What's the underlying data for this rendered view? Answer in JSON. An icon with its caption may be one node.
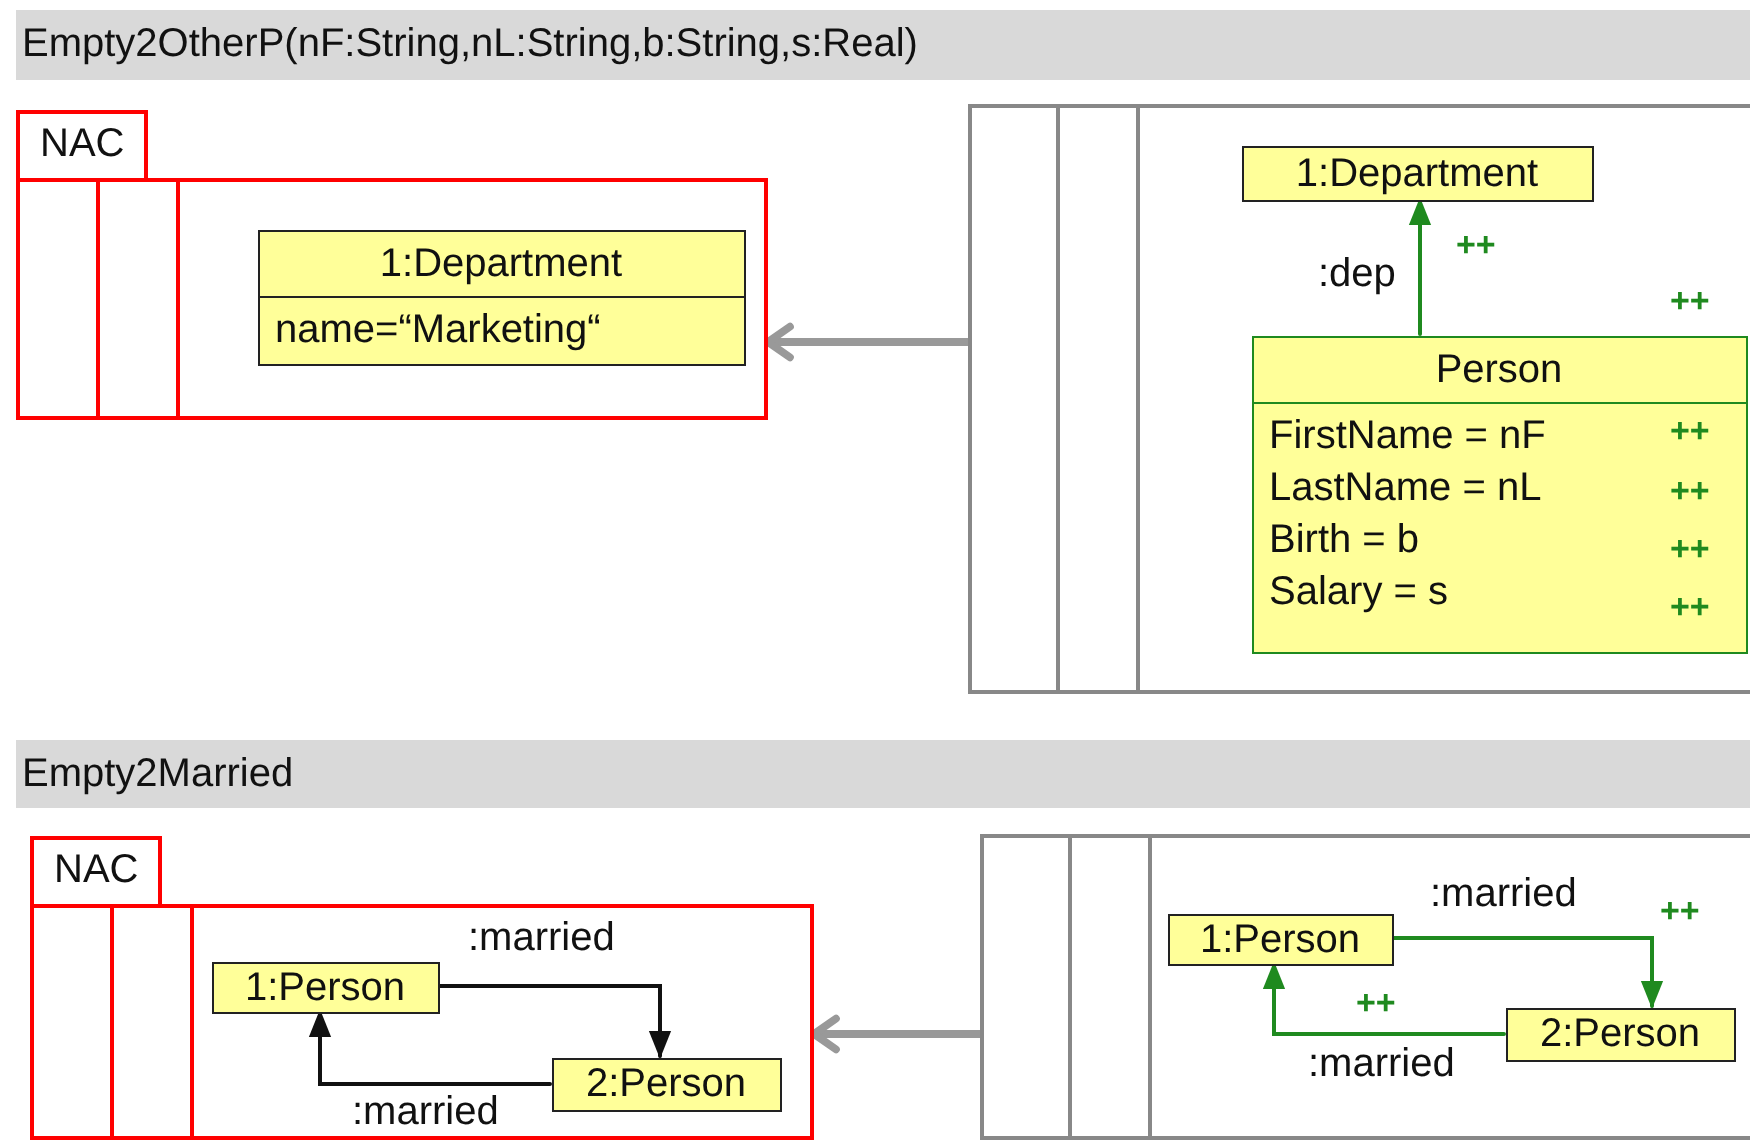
{
  "diagram": {
    "nodes": [
      {
        "text": [
          "Empty2OtherP(nF:String,nL:String,b:String,s:Real)"
        ]
      },
      {
        "text": [
          "NAC"
        ]
      },
      {
        "text": [
          "1:Department",
          "name=“Marketing“"
        ],
        "in": 1
      },
      {
        "text": [],
        "shape": "box"
      },
      {
        "text": [
          "1:Department"
        ],
        "in": 3
      },
      {
        "text": [
          "Person",
          "FirstName = nF",
          "LastName = nL",
          "Birth = b",
          "Salary = s"
        ],
        "in": 3
      },
      {
        "text": [
          "Empty2Married"
        ]
      },
      {
        "text": [
          "NAC"
        ]
      },
      {
        "text": [
          "1:Person"
        ],
        "in": 7
      },
      {
        "text": [
          "2:Person"
        ],
        "in": 7
      },
      {
        "text": [],
        "shape": "box"
      },
      {
        "text": [
          "1:Person"
        ],
        "in": 10
      },
      {
        "text": [
          "2:Person"
        ],
        "in": 10
      }
    ],
    "edges": [
      {
        "from": 5,
        "to": 4,
        "arrow": "to",
        "label": ":dep",
        "color": "#1f8a1f"
      },
      {
        "from": 3,
        "to": 1,
        "arrow": "to",
        "style": "thick",
        "color": "#999999"
      },
      {
        "from": 8,
        "to": 9,
        "arrow": "to",
        "label": ":married",
        "color": "#111111"
      },
      {
        "from": 9,
        "to": 8,
        "arrow": "to",
        "label": ":married",
        "color": "#111111"
      },
      {
        "from": 10,
        "to": 7,
        "arrow": "to",
        "style": "thick",
        "color": "#999999"
      },
      {
        "from": 11,
        "to": 12,
        "arrow": "to",
        "label": ":married",
        "color": "#1f8a1f"
      },
      {
        "from": 12,
        "to": 11,
        "arrow": "to",
        "label": ":married",
        "color": "#1f8a1f"
      }
    ],
    "labels": [
      "++",
      "++",
      "++",
      "++",
      "++",
      "++",
      "++",
      "++"
    ]
  }
}
